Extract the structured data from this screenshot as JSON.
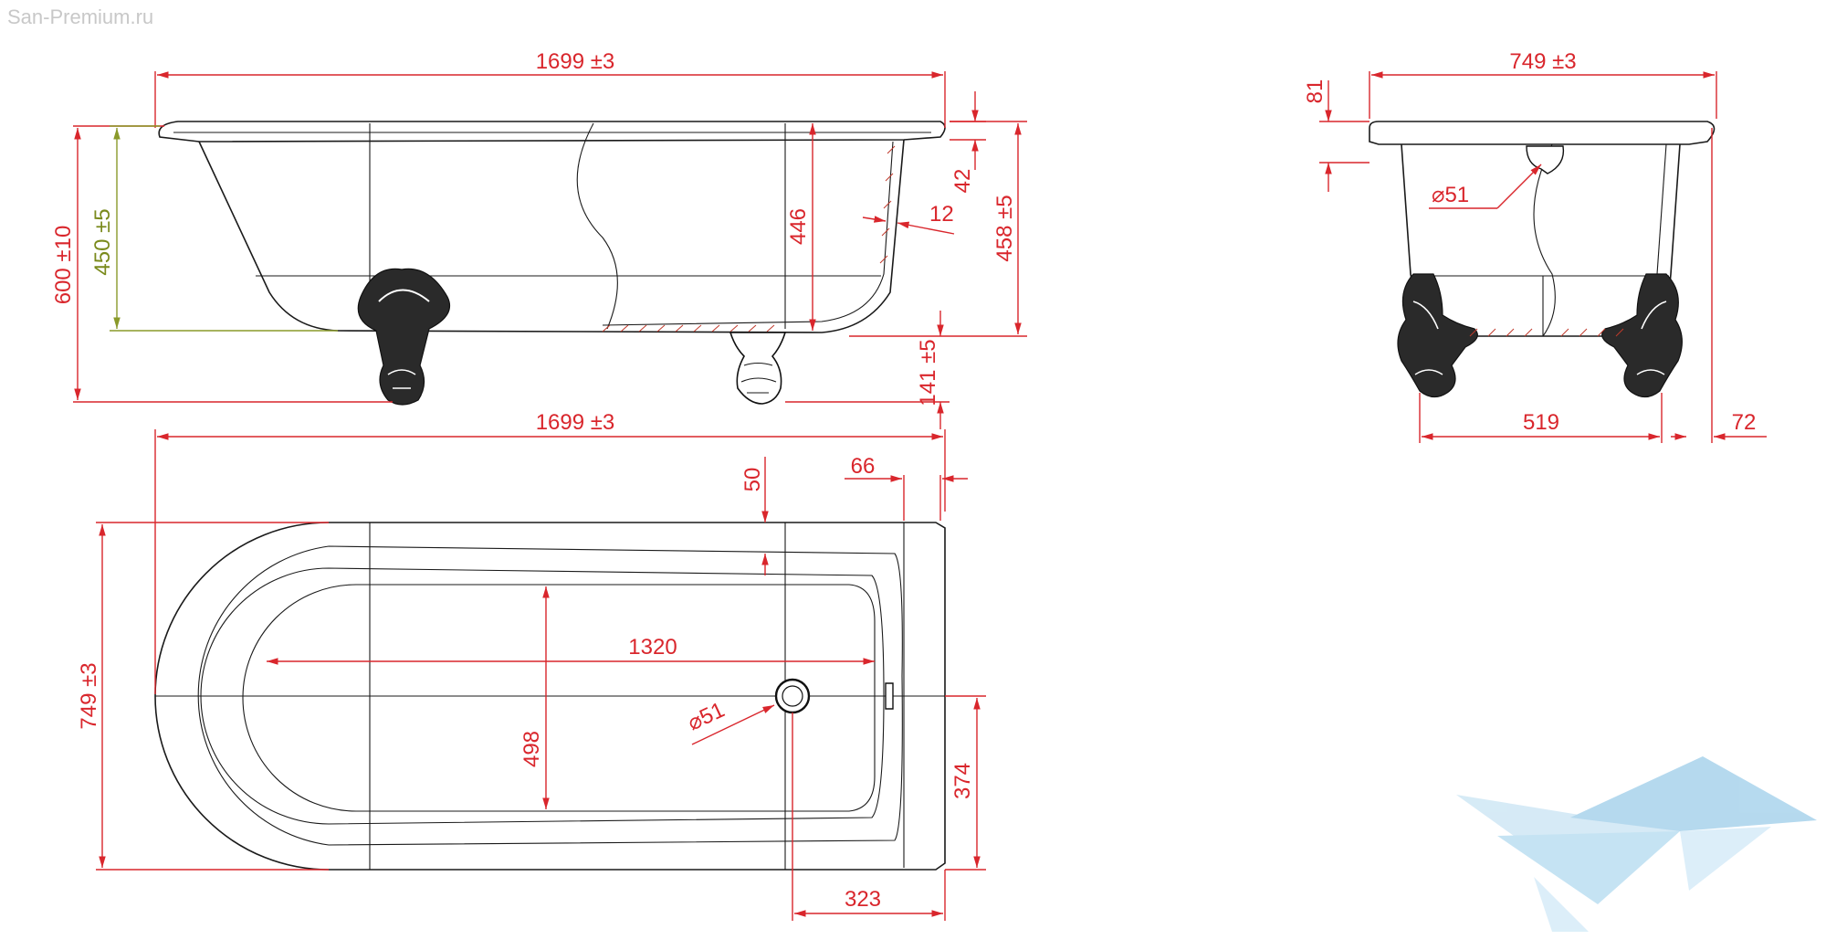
{
  "watermark": {
    "site": "San-Premium.ru"
  },
  "dimensions": {
    "side_length_top": "1699 ±3",
    "end_width_top": "749 ±3",
    "end_rim_81": "81",
    "side_depth_446": "446",
    "side_rim_42": "42",
    "side_wall_12": "12",
    "side_inner_458": "458 ±5",
    "side_total_600": "600 ±10",
    "side_450": "450 ±5",
    "side_leg_141": "141 ±5",
    "end_overflow_d51": "⌀51",
    "end_legs_519": "519",
    "end_offset_72": "72",
    "plan_length": "1699 ±3",
    "plan_50": "50",
    "plan_66": "66",
    "plan_1320": "1320",
    "plan_498": "498",
    "plan_drain_d51": "⌀51",
    "plan_width": "749 ±3",
    "plan_374": "374",
    "plan_323": "323"
  },
  "colors": {
    "dimension": "#d9262c",
    "alt_dimension": "#7a8a1c",
    "outline": "#1a1a1a",
    "logo": "#a9d3ec"
  }
}
